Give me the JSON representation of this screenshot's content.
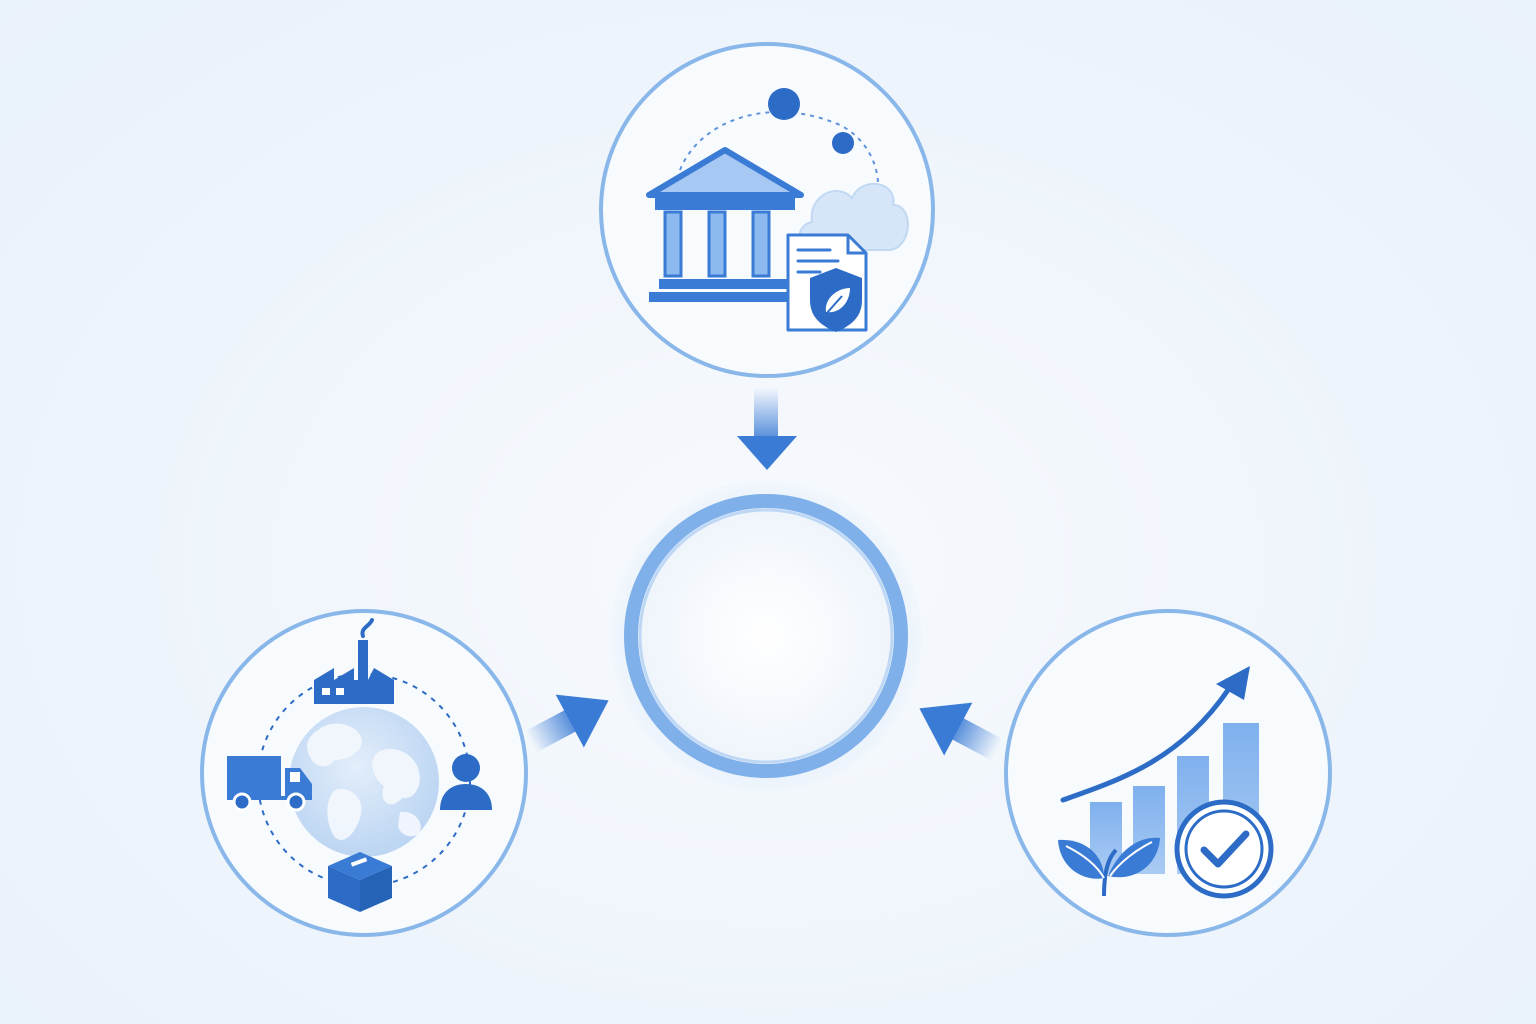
{
  "diagram": {
    "center_node": {
      "label": ""
    },
    "nodes": [
      {
        "id": "top",
        "icons": [
          "bank-building-icon",
          "document-shield-leaf-icon",
          "cloud-icon",
          "orbit-dots-icon"
        ],
        "arrow_direction": "down"
      },
      {
        "id": "left",
        "icons": [
          "globe-icon",
          "factory-icon",
          "truck-icon",
          "person-icon",
          "box-icon"
        ],
        "arrow_direction": "right"
      },
      {
        "id": "right",
        "icons": [
          "bar-chart-icon",
          "trend-up-arrow-icon",
          "leaf-sprout-icon",
          "check-circle-icon"
        ],
        "arrow_direction": "left"
      }
    ]
  },
  "colors": {
    "primary": "#3a7bd5",
    "dark": "#2563b8",
    "ring": "#8ab7ea",
    "light": "#c9def6",
    "background": "#eef4fb"
  }
}
